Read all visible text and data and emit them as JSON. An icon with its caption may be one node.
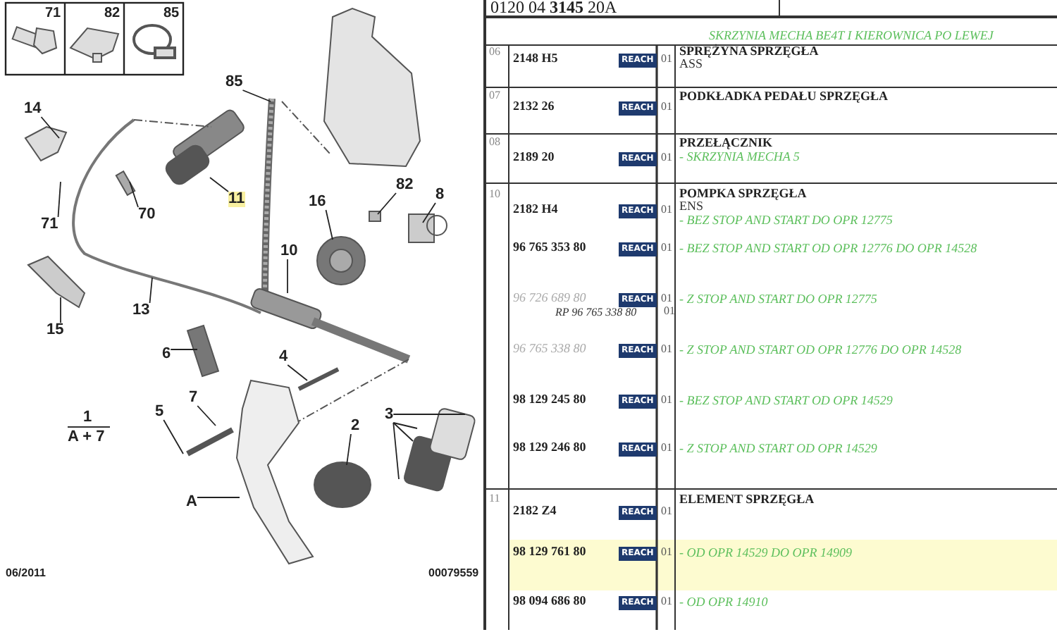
{
  "diagram": {
    "nodes": [
      {
        "text": [
          "85"
        ]
      },
      {
        "text": [
          "14"
        ]
      },
      {
        "text": [
          "71"
        ]
      },
      {
        "text": [
          "70"
        ]
      },
      {
        "text": [
          "11"
        ]
      },
      {
        "text": [
          "16"
        ]
      },
      {
        "text": [
          "82"
        ]
      },
      {
        "text": [
          "8"
        ]
      },
      {
        "text": [
          "10"
        ]
      },
      {
        "text": [
          "13"
        ]
      },
      {
        "text": [
          "15"
        ]
      },
      {
        "text": [
          "6"
        ]
      },
      {
        "text": [
          "4"
        ]
      },
      {
        "text": [
          "7"
        ]
      },
      {
        "text": [
          "5"
        ]
      },
      {
        "text": [
          "2"
        ]
      },
      {
        "text": [
          "3"
        ]
      },
      {
        "text": [
          "A"
        ]
      }
    ],
    "edges": [
      {
        "from": 0,
        "to": null,
        "arrow": "none"
      },
      {
        "from": 1,
        "to": null,
        "arrow": "none"
      },
      {
        "from": 2,
        "to": null,
        "arrow": "none"
      },
      {
        "from": 3,
        "to": null,
        "arrow": "none"
      },
      {
        "from": 4,
        "to": null,
        "arrow": "none"
      },
      {
        "from": 5,
        "to": null,
        "arrow": "none"
      },
      {
        "from": 6,
        "to": null,
        "arrow": "none"
      },
      {
        "from": 7,
        "to": null,
        "arrow": "none"
      },
      {
        "from": 8,
        "to": null,
        "arrow": "none"
      },
      {
        "from": 9,
        "to": null,
        "arrow": "none"
      },
      {
        "from": 10,
        "to": null,
        "arrow": "none"
      },
      {
        "from": 11,
        "to": null,
        "arrow": "none"
      },
      {
        "from": 12,
        "to": null,
        "arrow": "none"
      },
      {
        "from": 13,
        "to": null,
        "arrow": "none"
      },
      {
        "from": 14,
        "to": null,
        "arrow": "none"
      },
      {
        "from": 15,
        "to": null,
        "arrow": "none"
      },
      {
        "from": 16,
        "to": null,
        "arrow": "none"
      },
      {
        "from": 16,
        "to": null,
        "arrow": "none"
      },
      {
        "from": 16,
        "to": null,
        "arrow": "none"
      },
      {
        "from": 16,
        "to": null,
        "arrow": "none"
      },
      {
        "from": 17,
        "to": null,
        "arrow": "none"
      }
    ],
    "labels": [
      "71",
      "82",
      "85",
      "1",
      "A + 7",
      "06/2011",
      "00079559",
      "0120 04 **3145** 20A",
      "SKRZYNIA MECHA BE4T I KIEROWNICA PO LEWEJ",
      "06",
      "2148 H5",
      "REACH",
      "01",
      "SPRĘŻYNA SPRZĘGŁA",
      "ASS",
      "07",
      "2132 26",
      "REACH",
      "01",
      "PODKŁADKA PEDAŁU SPRZĘGŁA",
      "08",
      "2189 20",
      "REACH",
      "01",
      "PRZEŁĄCZNIK",
      "- SKRZYNIA MECHA 5",
      "10",
      "2182 H4",
      "REACH",
      "01",
      "POMPKA SPRZĘGŁA",
      "ENS",
      "- BEZ STOP AND START DO OPR 12775",
      "96 765 353 80",
      "REACH",
      "01",
      "- BEZ STOP AND START OD OPR 12776 DO OPR 14528",
      "96 726 689 80",
      "REACH",
      "01",
      "- Z STOP AND START DO OPR 12775",
      "RP 96 765 338 80",
      "01",
      "96 765 338 80",
      "REACH",
      "01",
      "- Z STOP AND START OD OPR 12776 DO OPR 14528",
      "98 129 245 80",
      "REACH",
      "01",
      "- BEZ STOP AND START OD OPR 14529",
      "98 129 246 80",
      "REACH",
      "01",
      "- Z STOP AND START OD OPR 14529",
      "11",
      "2182 Z4",
      "REACH",
      "01",
      "ELEMENT SPRZĘGŁA",
      "98 129 761 80",
      "REACH",
      "01",
      "- OD OPR 14529 DO OPR 14909",
      "98 094 686 80",
      "REACH",
      "01",
      "- OD OPR 14910"
    ]
  }
}
